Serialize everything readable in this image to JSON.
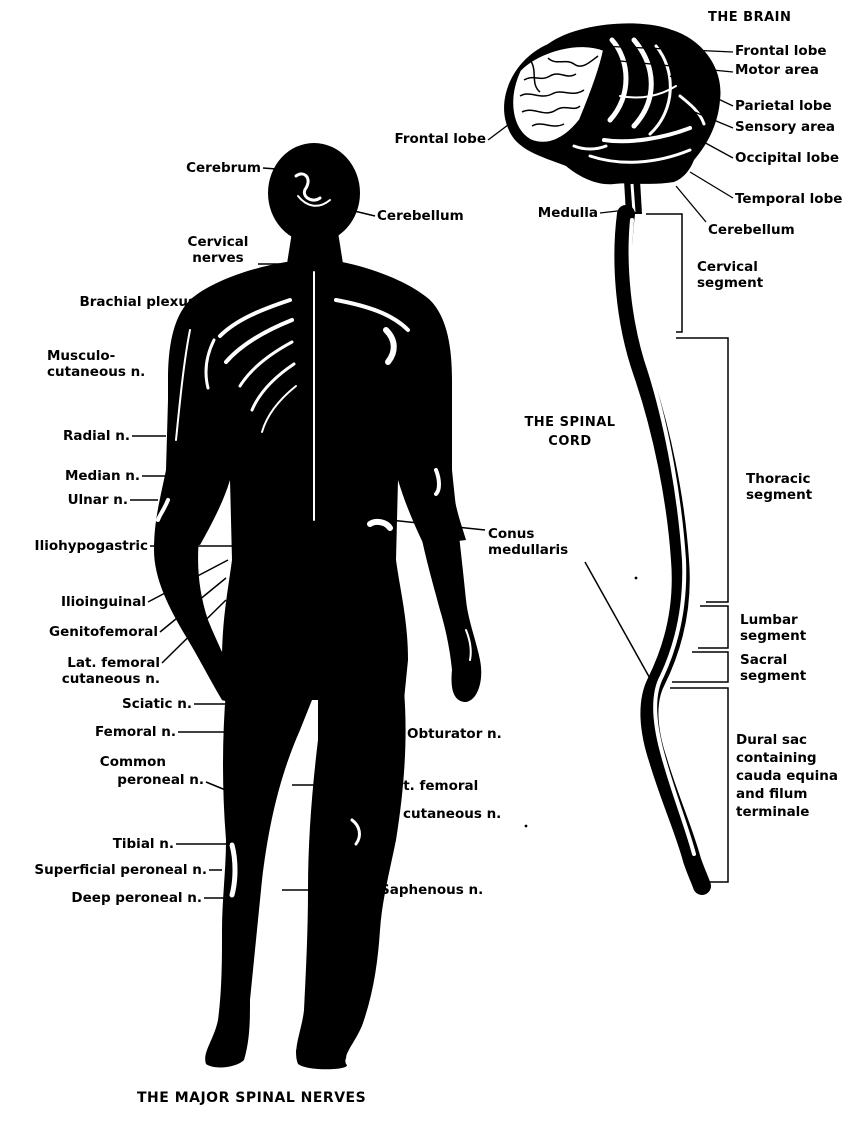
{
  "titles": {
    "brain": "THE BRAIN",
    "spinal_cord_line1": "THE SPINAL",
    "spinal_cord_line2": "CORD",
    "major_nerves": "THE MAJOR SPINAL NERVES"
  },
  "brain_labels": {
    "frontal_lobe_right": "Frontal lobe",
    "motor_area": "Motor area",
    "parietal_lobe": "Parietal lobe",
    "sensory_area": "Sensory area",
    "occipital_lobe": "Occipital lobe",
    "temporal_lobe": "Temporal lobe",
    "cerebellum": "Cerebellum",
    "frontal_lobe_left": "Frontal lobe",
    "medulla": "Medulla"
  },
  "cord_labels": {
    "cervical_1": "Cervical",
    "cervical_2": "segment",
    "thoracic_1": "Thoracic",
    "thoracic_2": "segment",
    "lumbar_1": "Lumbar",
    "lumbar_2": "segment",
    "sacral_1": "Sacral",
    "sacral_2": "segment",
    "dural_1": "Dural sac",
    "dural_2": "containing",
    "dural_3": "cauda equina",
    "dural_4": "and filum",
    "dural_5": "terminale"
  },
  "body_labels": {
    "cerebrum": "Cerebrum",
    "cerebellum": "Cerebellum",
    "cervical_nerves_1": "Cervical",
    "cervical_nerves_2": "nerves",
    "brachial_plexus": "Brachial plexus",
    "musculo_1": "Musculo-",
    "musculo_2": "cutaneous n.",
    "radial": "Radial n.",
    "median": "Median n.",
    "ulnar": "Ulnar n.",
    "iliohypogastric": "Iliohypogastric",
    "ilioinguinal": "Ilioinguinal",
    "genitofemoral": "Genitofemoral",
    "lat_femoral_1": "Lat. femoral",
    "lat_femoral_2": "cutaneous n.",
    "sciatic": "Sciatic n.",
    "femoral": "Femoral n.",
    "common_peroneal_1": "Common",
    "common_peroneal_2": "peroneal n.",
    "tibial": "Tibial n.",
    "superficial_peroneal": "Superficial peroneal n.",
    "deep_peroneal": "Deep peroneal n.",
    "conus_1": "Conus",
    "conus_2": "medullaris",
    "obturator": "Obturator n.",
    "post_femoral_1": "Post. femoral",
    "post_femoral_2": "cutaneous n.",
    "saphenous": "Saphenous n."
  },
  "colors": {
    "ink": "#000000",
    "paper": "#ffffff"
  }
}
